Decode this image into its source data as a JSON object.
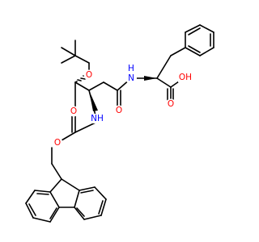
{
  "colors": {
    "background": "#ffffff",
    "bond": "#000000",
    "oxygen": "#ff0000",
    "nitrogen": "#0000ff"
  },
  "atoms": {
    "ether_o": "O",
    "amide_o": "O",
    "amide_nh": "N",
    "amide_h": "H",
    "acid_o": "O",
    "acid_oh": "OH",
    "carbamate_nh": "NH",
    "carbonyl_o": "O",
    "ester_o": "O"
  }
}
